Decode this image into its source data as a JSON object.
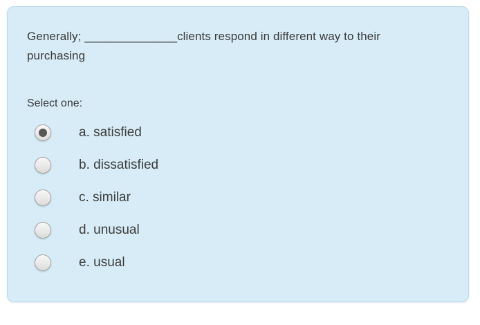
{
  "theme": {
    "card_bg": "#d7ecf6",
    "card_border": "#b9dcea",
    "text_color": "#3a3a3a",
    "radio_dot": "#565656"
  },
  "question": {
    "text": "Generally; ______________clients respond in different way to their purchasing",
    "prompt": "Select one:",
    "options": [
      {
        "label": "a. satisfied",
        "selected": true
      },
      {
        "label": "b. dissatisfied",
        "selected": false
      },
      {
        "label": "c. similar",
        "selected": false
      },
      {
        "label": "d. unusual",
        "selected": false
      },
      {
        "label": "e. usual",
        "selected": false
      }
    ]
  }
}
